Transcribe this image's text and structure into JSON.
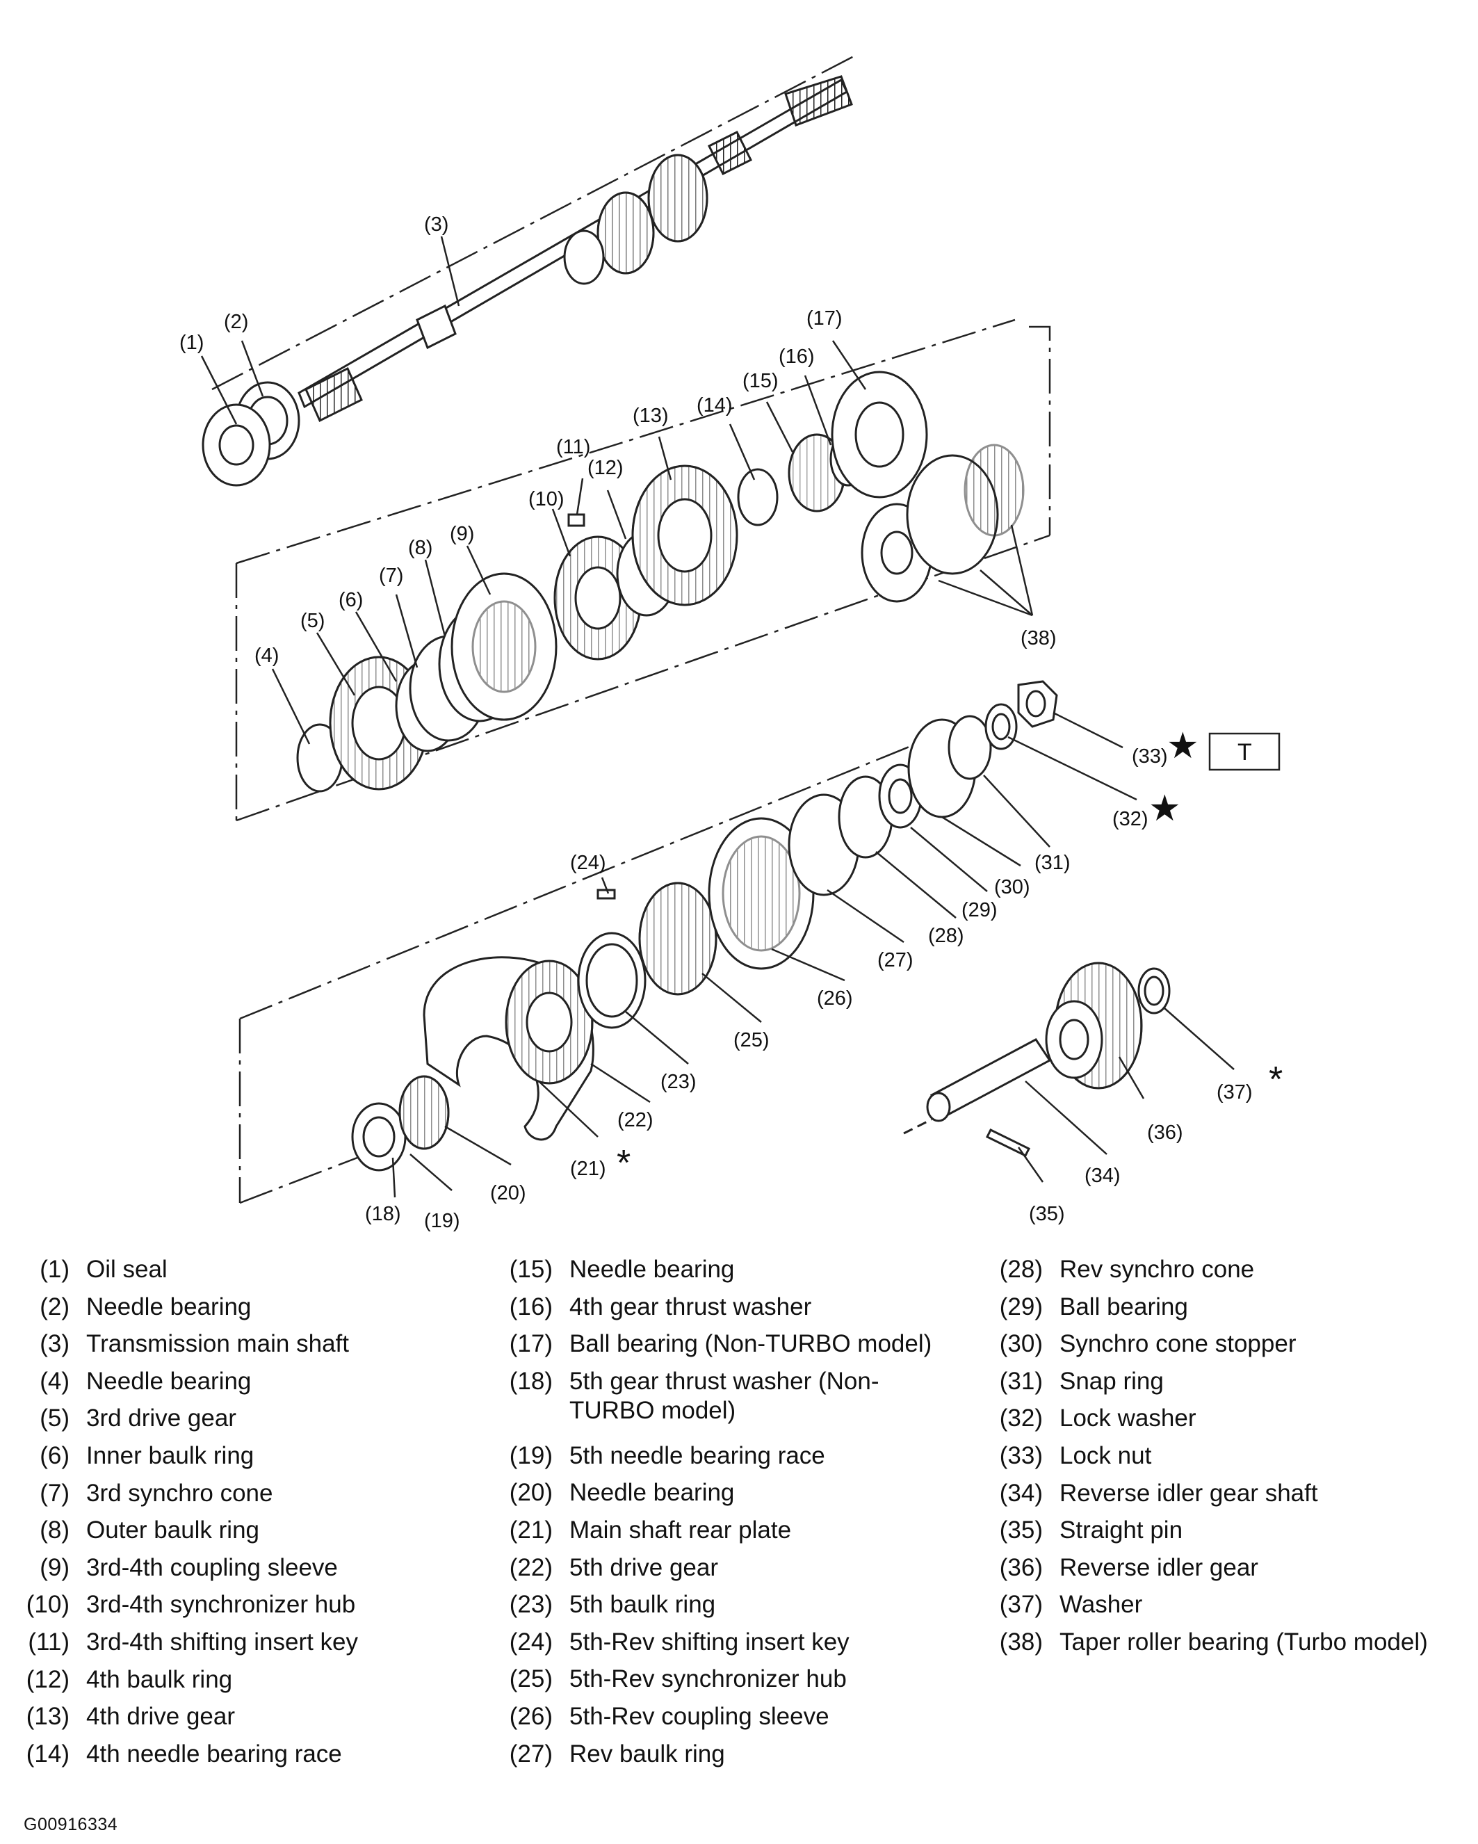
{
  "callouts": [
    "(1)",
    "(2)",
    "(3)",
    "(4)",
    "(5)",
    "(6)",
    "(7)",
    "(8)",
    "(9)",
    "(10)",
    "(11)",
    "(12)",
    "(13)",
    "(14)",
    "(15)",
    "(16)",
    "(17)",
    "(18)",
    "(19)",
    "(20)",
    "(21)",
    "(22)",
    "(23)",
    "(24)",
    "(25)",
    "(26)",
    "(27)",
    "(28)",
    "(29)",
    "(30)",
    "(31)",
    "(32)",
    "(33)",
    "(34)",
    "(35)",
    "(36)",
    "(37)",
    "(38)"
  ],
  "symbols": {
    "star": "★",
    "asterisk": "*",
    "torque_box": "T"
  },
  "legend": {
    "col1": [
      {
        "num": "(1)",
        "text": "Oil seal"
      },
      {
        "num": "(2)",
        "text": "Needle bearing"
      },
      {
        "num": "(3)",
        "text": "Transmission main shaft"
      },
      {
        "num": "(4)",
        "text": "Needle bearing"
      },
      {
        "num": "(5)",
        "text": "3rd drive gear"
      },
      {
        "num": "(6)",
        "text": "Inner baulk ring"
      },
      {
        "num": "(7)",
        "text": "3rd synchro cone"
      },
      {
        "num": "(8)",
        "text": "Outer baulk ring"
      },
      {
        "num": "(9)",
        "text": "3rd-4th coupling sleeve"
      },
      {
        "num": "(10)",
        "text": "3rd-4th synchronizer hub"
      },
      {
        "num": "(11)",
        "text": "3rd-4th shifting insert key"
      },
      {
        "num": "(12)",
        "text": "4th baulk ring"
      },
      {
        "num": "(13)",
        "text": "4th drive gear"
      },
      {
        "num": "(14)",
        "text": "4th needle bearing race"
      }
    ],
    "col2": [
      {
        "num": "(15)",
        "text": "Needle bearing"
      },
      {
        "num": "(16)",
        "text": "4th gear thrust washer"
      },
      {
        "num": "(17)",
        "text": "Ball bearing (Non-TURBO model)"
      },
      {
        "num": "(18)",
        "text": "5th gear thrust washer (Non-TURBO model)"
      },
      {
        "num": "(19)",
        "text": "5th needle bearing race"
      },
      {
        "num": "(20)",
        "text": "Needle bearing"
      },
      {
        "num": "(21)",
        "text": "Main shaft rear plate"
      },
      {
        "num": "(22)",
        "text": "5th drive gear"
      },
      {
        "num": "(23)",
        "text": "5th baulk ring"
      },
      {
        "num": "(24)",
        "text": "5th-Rev shifting insert key"
      },
      {
        "num": "(25)",
        "text": "5th-Rev synchronizer hub"
      },
      {
        "num": "(26)",
        "text": "5th-Rev coupling sleeve"
      },
      {
        "num": "(27)",
        "text": "Rev baulk ring"
      }
    ],
    "col3": [
      {
        "num": "(28)",
        "text": "Rev synchro cone"
      },
      {
        "num": "(29)",
        "text": "Ball bearing"
      },
      {
        "num": "(30)",
        "text": "Synchro cone stopper"
      },
      {
        "num": "(31)",
        "text": "Snap ring"
      },
      {
        "num": "(32)",
        "text": "Lock washer"
      },
      {
        "num": "(33)",
        "text": "Lock nut"
      },
      {
        "num": "(34)",
        "text": "Reverse idler gear shaft"
      },
      {
        "num": "(35)",
        "text": "Straight pin"
      },
      {
        "num": "(36)",
        "text": "Reverse idler gear"
      },
      {
        "num": "(37)",
        "text": "Washer"
      },
      {
        "num": "(38)",
        "text": "Taper roller bearing (Turbo model)"
      }
    ]
  },
  "figure_id": "G00916334"
}
